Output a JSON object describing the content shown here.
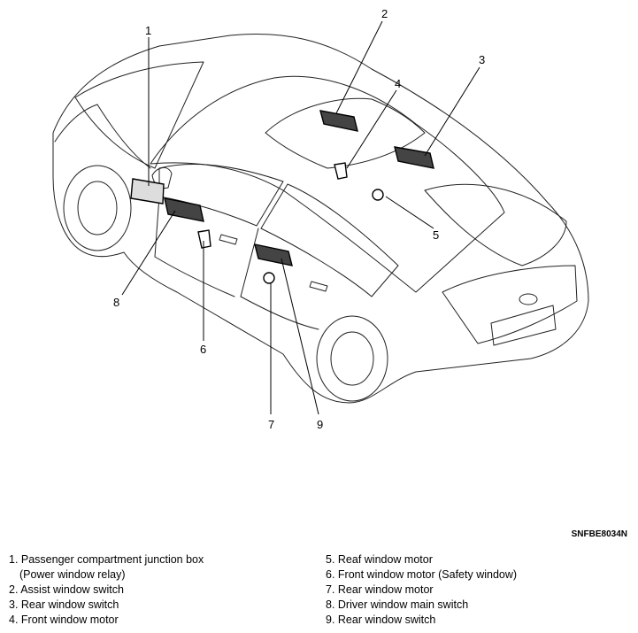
{
  "diagram": {
    "code": "SNFBE8034N",
    "callouts": [
      "1",
      "2",
      "3",
      "4",
      "5",
      "6",
      "7",
      "8",
      "9"
    ]
  },
  "legend": {
    "left": [
      "1. Passenger compartment junction box",
      "(Power window relay)",
      "2. Assist window switch",
      "3. Rear window switch",
      "4. Front window motor"
    ],
    "right": [
      "5. Reaf window motor",
      "6. Front window motor (Safety window)",
      "7. Rear window motor",
      "8. Driver window main switch",
      "9. Rear window switch"
    ]
  }
}
